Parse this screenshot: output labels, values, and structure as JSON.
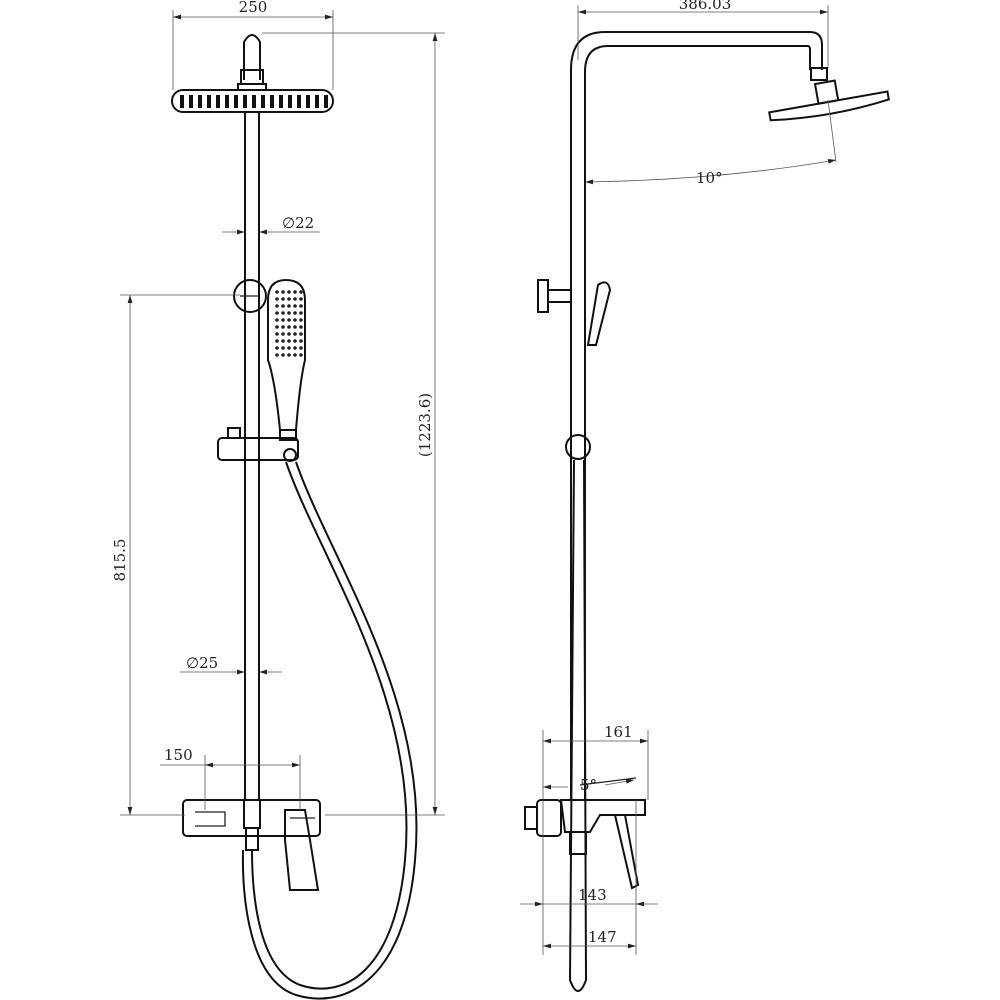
{
  "front_view": {
    "dims": {
      "head_width": "250",
      "pipe_upper_dia": "∅22",
      "total_height": "(1223.6)",
      "slide_height": "815.5",
      "pipe_lower_dia": "∅25",
      "center_distance": "150"
    }
  },
  "side_view": {
    "dims": {
      "arm_reach": "386.03",
      "head_angle": "10°",
      "mixer_depth": "161",
      "spout_angle": "5°",
      "handle_depth": "143",
      "body_depth": "147"
    }
  }
}
